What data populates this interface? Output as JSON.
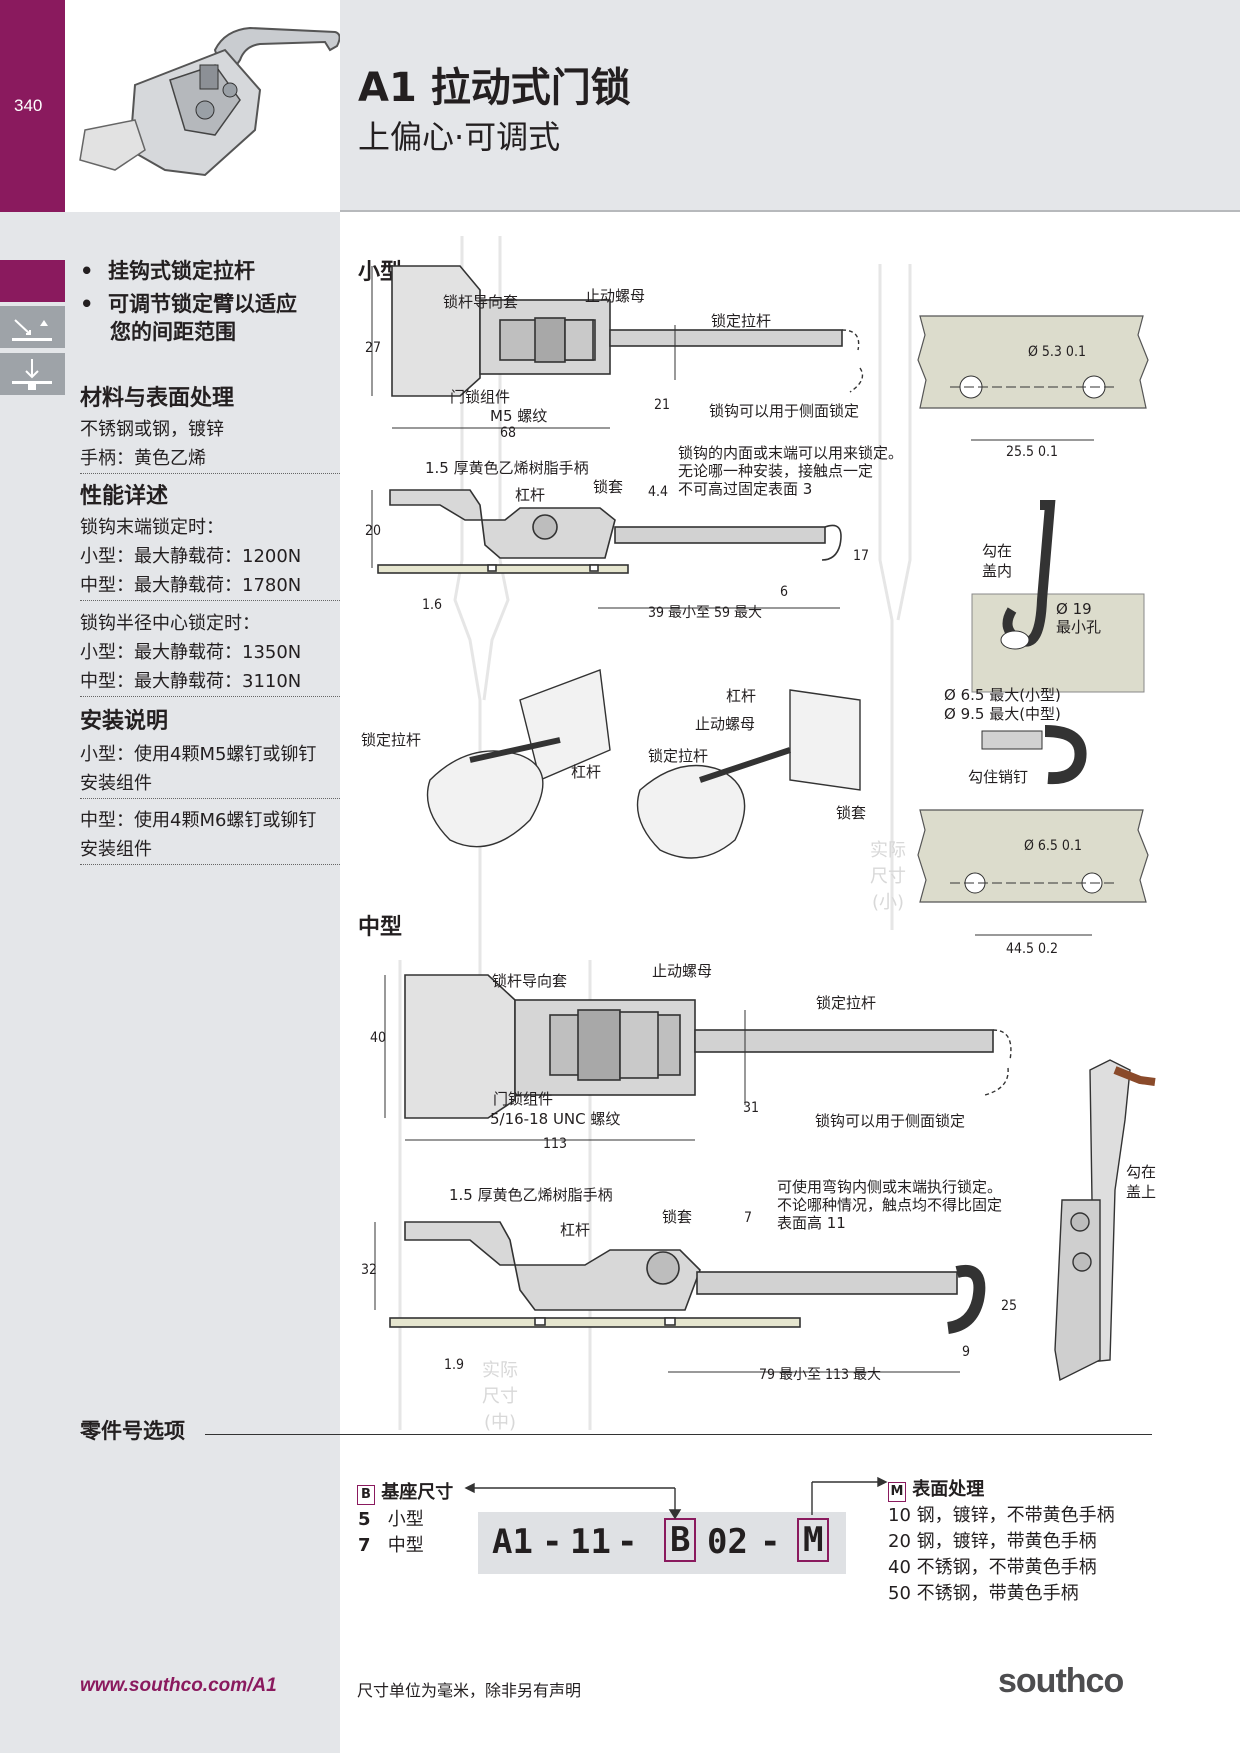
{
  "header": {
    "page_number": "340",
    "title": "A1 拉动式门锁",
    "subtitle": "上偏心·可调式"
  },
  "sidebar": {
    "bullets": [
      "挂钩式锁定拉杆",
      "可调节锁定臂以适应",
      "您的间距范围"
    ],
    "materials_title": "材料与表面处理",
    "materials": [
      "不锈钢或钢，镀锌",
      "手柄：黄色乙烯"
    ],
    "performance_title": "性能详述",
    "end_lock_title": "锁钩末端锁定时：",
    "end_lock": [
      "小型：最大静载荷：1200N",
      "中型：最大静载荷：1780N"
    ],
    "radius_lock_title": "锁钩半径中心锁定时：",
    "radius_lock": [
      "小型：最大静载荷：1350N",
      "中型：最大静载荷：3110N"
    ],
    "install_title": "安装说明",
    "install_small": [
      "小型：使用4颗M5螺钉或铆钉",
      "安装组件"
    ],
    "install_medium": [
      "中型：使用4颗M6螺钉或铆钉",
      "安装组件"
    ]
  },
  "small": {
    "title": "小型",
    "guide_sleeve": "锁杆导向套",
    "stop_nut": "止动螺母",
    "lock_bar": "锁定拉杆",
    "latch_assembly": "门锁组件",
    "thread": "M5 螺纹",
    "side_lock": "锁钩可以用于侧面锁定",
    "handle": "1.5 厚黄色乙烯树脂手柄",
    "lever": "杠杆",
    "keeper": "锁套",
    "note": [
      "锁钩的内面或末端可以用来锁定。",
      "无论哪一种安装，接触点一定",
      "不可高过固定表面 3"
    ],
    "dims": {
      "h27": "27",
      "w68": "68",
      "d21": "21",
      "h20": "20",
      "d44": "4.4",
      "d16": "1.6",
      "d17": "17",
      "d6": "6",
      "range": "39 最小至 59 最大"
    },
    "hole_dia": "Ø 5.3  0.1",
    "hole_spacing": "25.5  0.1",
    "hook_in_lid": [
      "勾在",
      "盖内"
    ],
    "min_hole": [
      "Ø 19",
      "最小孔"
    ],
    "pin_small": "Ø 6.5 最大(小型)",
    "pin_medium": "Ø 9.5 最大(中型)",
    "hook_pin": "勾住销钉",
    "keeper_hole_dia": "Ø 6.5  0.1",
    "keeper_spacing": "44.5  0.2",
    "ill_lock_bar": "锁定拉杆",
    "ill_lever": "杠杆",
    "ill2_lever": "杠杆",
    "ill2_stop_nut": "止动螺母",
    "ill2_lock_bar": "锁定拉杆",
    "ill2_keeper": "锁套",
    "actual_size": [
      "实际",
      "尺寸",
      "(小)"
    ]
  },
  "medium": {
    "title": "中型",
    "guide_sleeve": "锁杆导向套",
    "stop_nut": "止动螺母",
    "lock_bar": "锁定拉杆",
    "latch_assembly": "门锁组件",
    "thread": "5/16-18 UNC 螺纹",
    "side_lock": "锁钩可以用于侧面锁定",
    "handle": "1.5 厚黄色乙烯树脂手柄",
    "lever": "杠杆",
    "keeper": "锁套",
    "note": [
      "可使用弯钩内侧或末端执行锁定。",
      "不论哪种情况，触点均不得比固定",
      "表面高 11"
    ],
    "dims": {
      "h40": "40",
      "w113": "113",
      "d31": "31",
      "h32": "32",
      "d7": "7",
      "d19": "1.9",
      "d25": "25",
      "d9": "9",
      "range": "79 最小至 113 最大"
    },
    "hook_on_lid": [
      "勾在",
      "盖上"
    ],
    "actual_size": [
      "实际",
      "尺寸",
      "(中)"
    ]
  },
  "part_number": {
    "title": "零件号选项",
    "base_size_title": "基座尺寸",
    "base_letter": "B",
    "base_options": [
      {
        "code": "5",
        "label": "小型"
      },
      {
        "code": "7",
        "label": "中型"
      }
    ],
    "finish_letter": "M",
    "finish_title": "表面处理",
    "finish_options": [
      "10 钢，镀锌，不带黄色手柄",
      "20 钢，镀锌，带黄色手柄",
      "40 不锈钢，不带黄色手柄",
      "50 不锈钢，带黄色手柄"
    ],
    "parts": [
      "A1",
      "-",
      "11",
      "-",
      "B",
      "02",
      "-",
      "M"
    ]
  },
  "footer": {
    "url": "www.southco.com/A1",
    "units_note": "尺寸单位为毫米，除非另有声明",
    "logo": "southco"
  },
  "colors": {
    "brand": "#8a1a5e",
    "panel": "#e4e6e9",
    "plate": "#dcdccc"
  }
}
